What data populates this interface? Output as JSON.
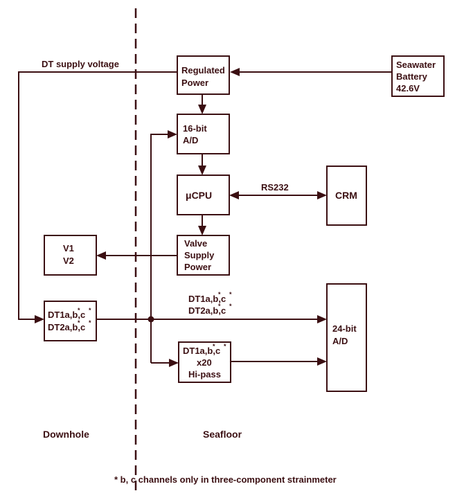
{
  "colors": {
    "ink": "#3b0f12",
    "background": "#ffffff"
  },
  "labels": {
    "dt_supply": "DT supply voltage",
    "rs232": "RS232",
    "dt_line1": "DT1a,b,c",
    "dt_line2": "DT2a,b,c",
    "asterisk": "*",
    "downhole": "Downhole",
    "seafloor": "Seafloor",
    "footnote": "* b, c channels only in three-component strainmeter"
  },
  "boxes": {
    "regulated_power": [
      "Regulated",
      "Power"
    ],
    "seawater_battery": [
      "Seawater",
      "Battery",
      "42.6V"
    ],
    "adc16": [
      "16-bit",
      "A/D"
    ],
    "mcpu": [
      "μCPU"
    ],
    "crm": [
      "CRM"
    ],
    "valve_power": [
      "Valve",
      "Supply",
      "Power"
    ],
    "v1v2": [
      "V1",
      "V2"
    ],
    "dt_downhole": [
      "DT1a,b,c",
      "DT2a,b,c"
    ],
    "adc24": [
      "24-bit",
      "A/D"
    ],
    "hipass": [
      "DT1a,b,c",
      "x20",
      "Hi-pass"
    ]
  }
}
